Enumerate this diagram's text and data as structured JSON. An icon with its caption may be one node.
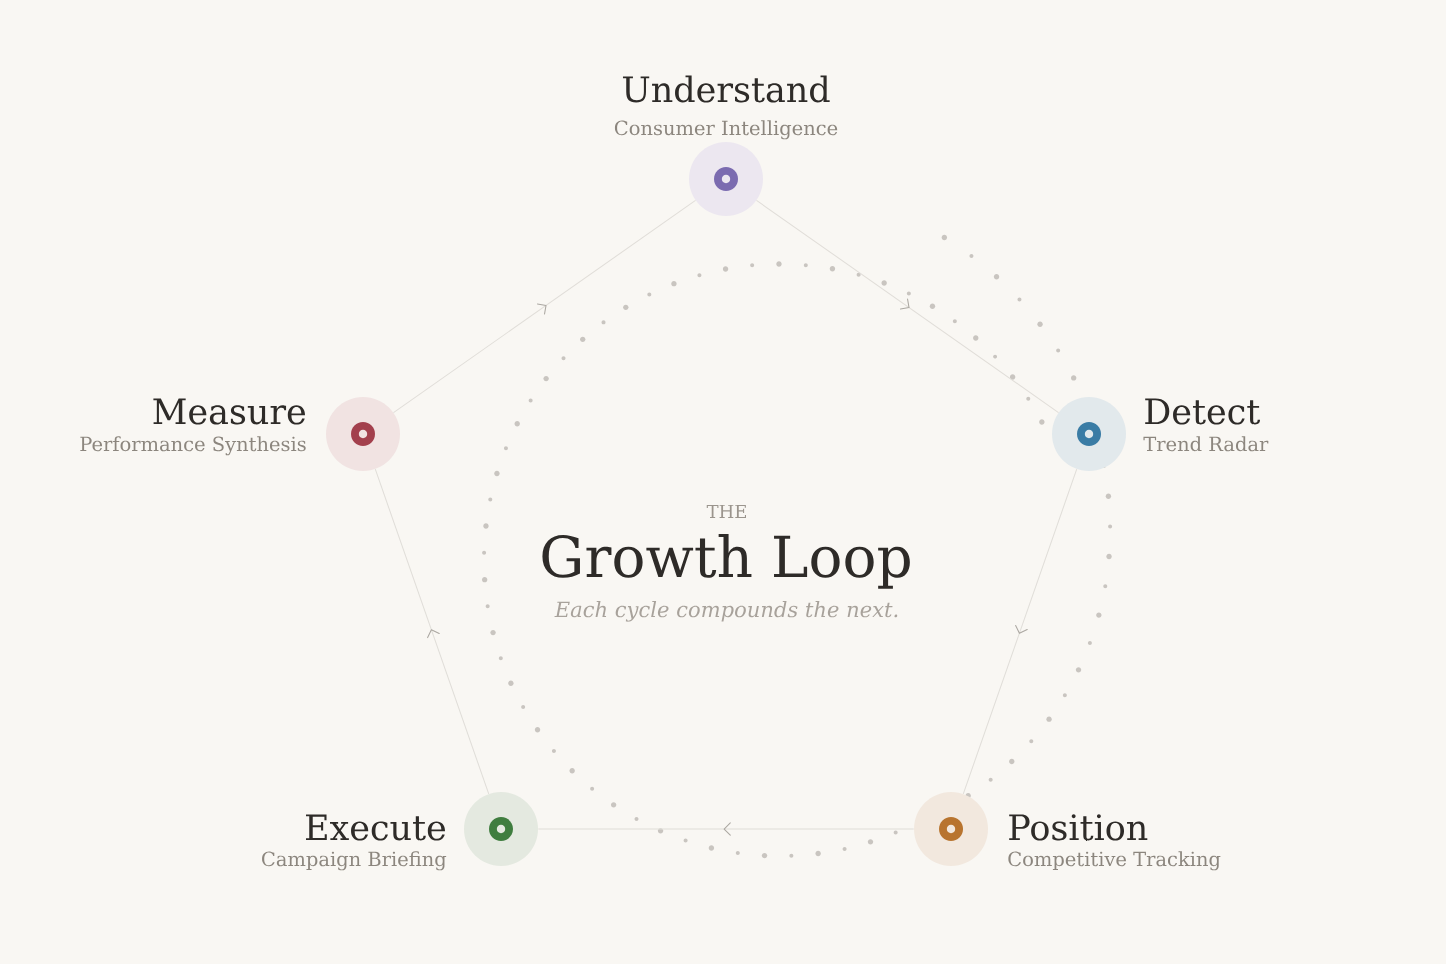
{
  "diagram": {
    "title": "Growth Loop",
    "caption": "Each cycle compounds the next.",
    "nodes": [
      {
        "text": [
          "Understand",
          "Consumer Intelligence"
        ]
      },
      {
        "text": [
          "Detect",
          "Trend Radar"
        ]
      },
      {
        "text": [
          "Position",
          "Competitive Tracking"
        ]
      },
      {
        "text": [
          "Execute",
          "Campaign Briefing"
        ]
      },
      {
        "text": [
          "Measure",
          "Performance Synthesis"
        ]
      }
    ],
    "edges": [
      {
        "from": 0,
        "to": 1,
        "arrow": "to"
      },
      {
        "from": 1,
        "to": 2,
        "arrow": "to"
      },
      {
        "from": 2,
        "to": 3,
        "arrow": "to"
      },
      {
        "from": 3,
        "to": 4,
        "arrow": "to"
      },
      {
        "from": 4,
        "to": 0,
        "arrow": "to"
      }
    ],
    "labels": [
      "THE"
    ]
  }
}
